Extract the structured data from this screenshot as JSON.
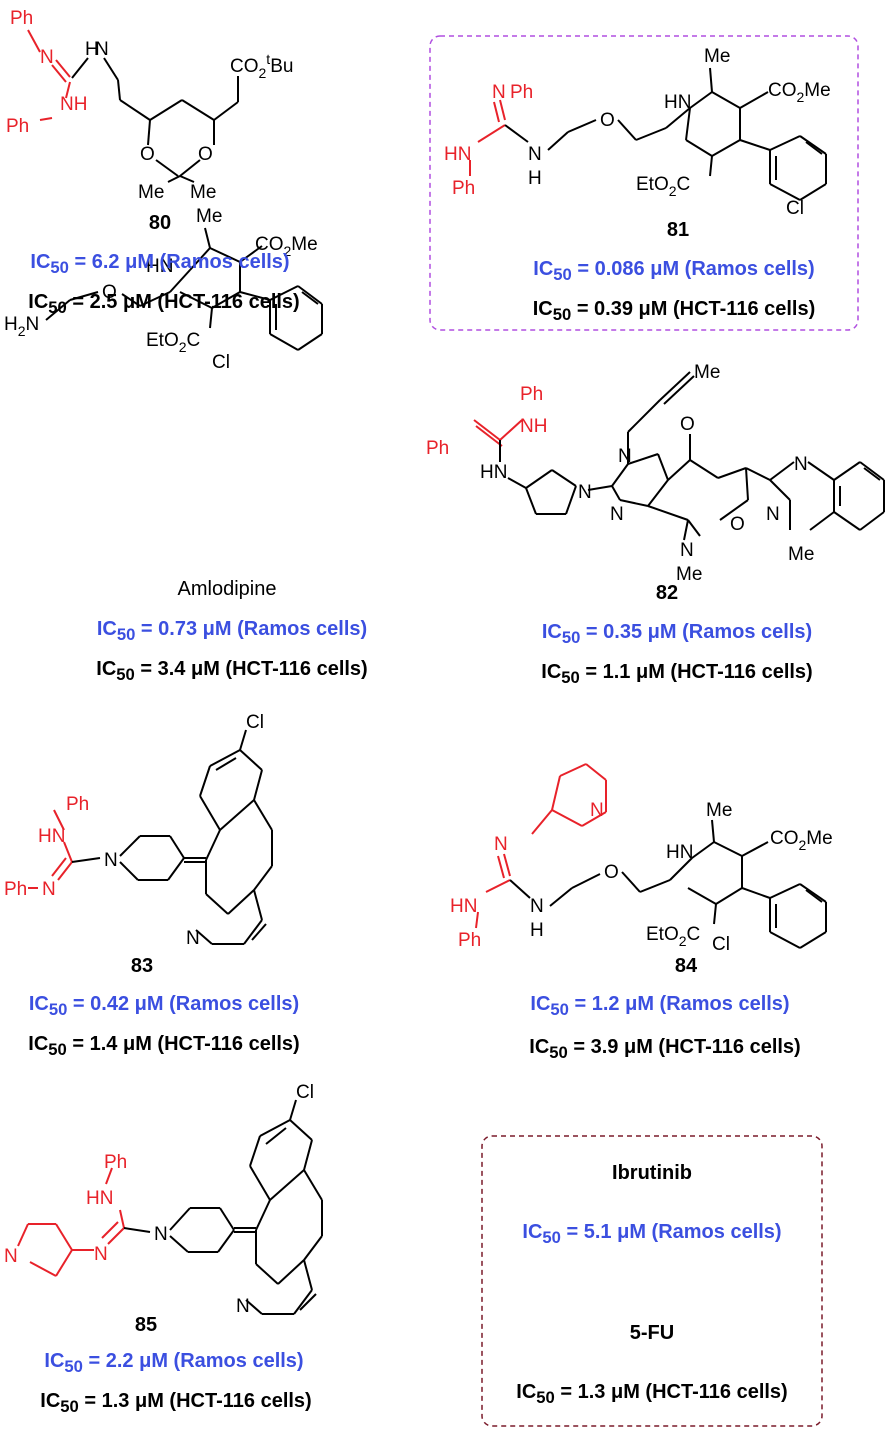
{
  "compounds": [
    {
      "id": "80",
      "ramos": {
        "pre": "IC",
        "sub": "50",
        "post": " = 6.2 μM (Ramos cells)"
      },
      "hct": {
        "pre": "IC",
        "sub": "50",
        "post": " = 2.5 μM (HCT-116 cells)"
      }
    },
    {
      "id": "81",
      "ramos": {
        "pre": "IC",
        "sub": "50",
        "post": " = 0.086 μM (Ramos cells)"
      },
      "hct": {
        "pre": "IC",
        "sub": "50",
        "post": " = 0.39 μM (HCT-116 cells)"
      }
    },
    {
      "id": "Amlodipine",
      "ramos": {
        "pre": "IC",
        "sub": "50",
        "post": " = 0.73 μM (Ramos cells)"
      },
      "hct": {
        "pre": "IC",
        "sub": "50",
        "post": " = 3.4 μM (HCT-116 cells)"
      }
    },
    {
      "id": "82",
      "ramos": {
        "pre": "IC",
        "sub": "50",
        "post": " = 0.35 μM (Ramos cells)"
      },
      "hct": {
        "pre": "IC",
        "sub": "50",
        "post": " = 1.1 μM (HCT-116 cells)"
      }
    },
    {
      "id": "83",
      "ramos": {
        "pre": "IC",
        "sub": "50",
        "post": " = 0.42 μM (Ramos cells)"
      },
      "hct": {
        "pre": "IC",
        "sub": "50",
        "post": " = 1.4 μM (HCT-116 cells)"
      }
    },
    {
      "id": "84",
      "ramos": {
        "pre": "IC",
        "sub": "50",
        "post": " = 1.2 μM (Ramos cells)"
      },
      "hct": {
        "pre": "IC",
        "sub": "50",
        "post": " = 3.9 μM (HCT-116 cells)"
      }
    },
    {
      "id": "85",
      "ramos": {
        "pre": "IC",
        "sub": "50",
        "post": " = 2.2 μM (Ramos cells)"
      },
      "hct": {
        "pre": "IC",
        "sub": "50",
        "post": " = 1.3 μM (HCT-116 cells)"
      }
    }
  ],
  "references": {
    "ibrutinib": {
      "name": "Ibrutinib",
      "pre": "IC",
      "sub": "50",
      "post": " = 5.1 μM (Ramos cells)"
    },
    "fu": {
      "name": "5-FU",
      "pre": "IC",
      "sub": "50",
      "post": " = 1.3 μM (HCT-116 cells)"
    }
  },
  "atoms": {
    "ph": "Ph",
    "n": "N",
    "nh": "NH",
    "hn": "HN",
    "h": "H",
    "o": "O",
    "me": "Me",
    "cl": "Cl",
    "co2": "CO",
    "sub2": "2",
    "tbu": "Bu",
    "tsup": "t",
    "co2me": "CO",
    "me_suffix": "Me",
    "eto2c": "EtO",
    "c": "C",
    "h2n": "H",
    "n_suffix": "N"
  },
  "colors": {
    "ramos": "#3b4fe0",
    "hct": "#000000",
    "guanidine": "#e8222a",
    "box81": "#b04fe0",
    "boxref": "#7a1a2a"
  }
}
